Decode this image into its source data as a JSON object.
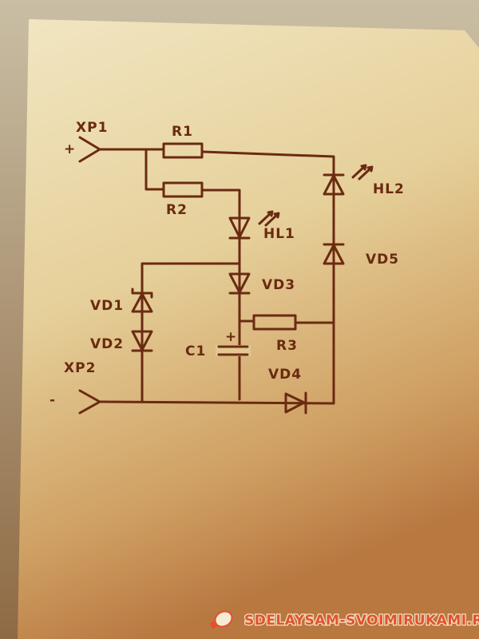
{
  "diagram": {
    "connectors": {
      "xp1": "XP1",
      "xp1_polarity": "+",
      "xp2": "XP2",
      "xp2_polarity": "-"
    },
    "resistors": {
      "r1": "R1",
      "r2": "R2",
      "r3": "R3"
    },
    "leds": {
      "hl1": "HL1",
      "hl2": "HL2"
    },
    "diodes": {
      "vd1": "VD1",
      "vd2": "VD2",
      "vd3": "VD3",
      "vd4": "VD4",
      "vd5": "VD5"
    },
    "capacitor": {
      "c1": "C1",
      "c1_polarity": "+"
    }
  },
  "watermark": {
    "text": "SDELAYSAM-SVOIMIRUKAMI.RU",
    "icon": "lightbulb-icon"
  },
  "colors": {
    "ink": "#6b2a12",
    "paper": "#ecdcae",
    "watermark": "#e2522c"
  }
}
